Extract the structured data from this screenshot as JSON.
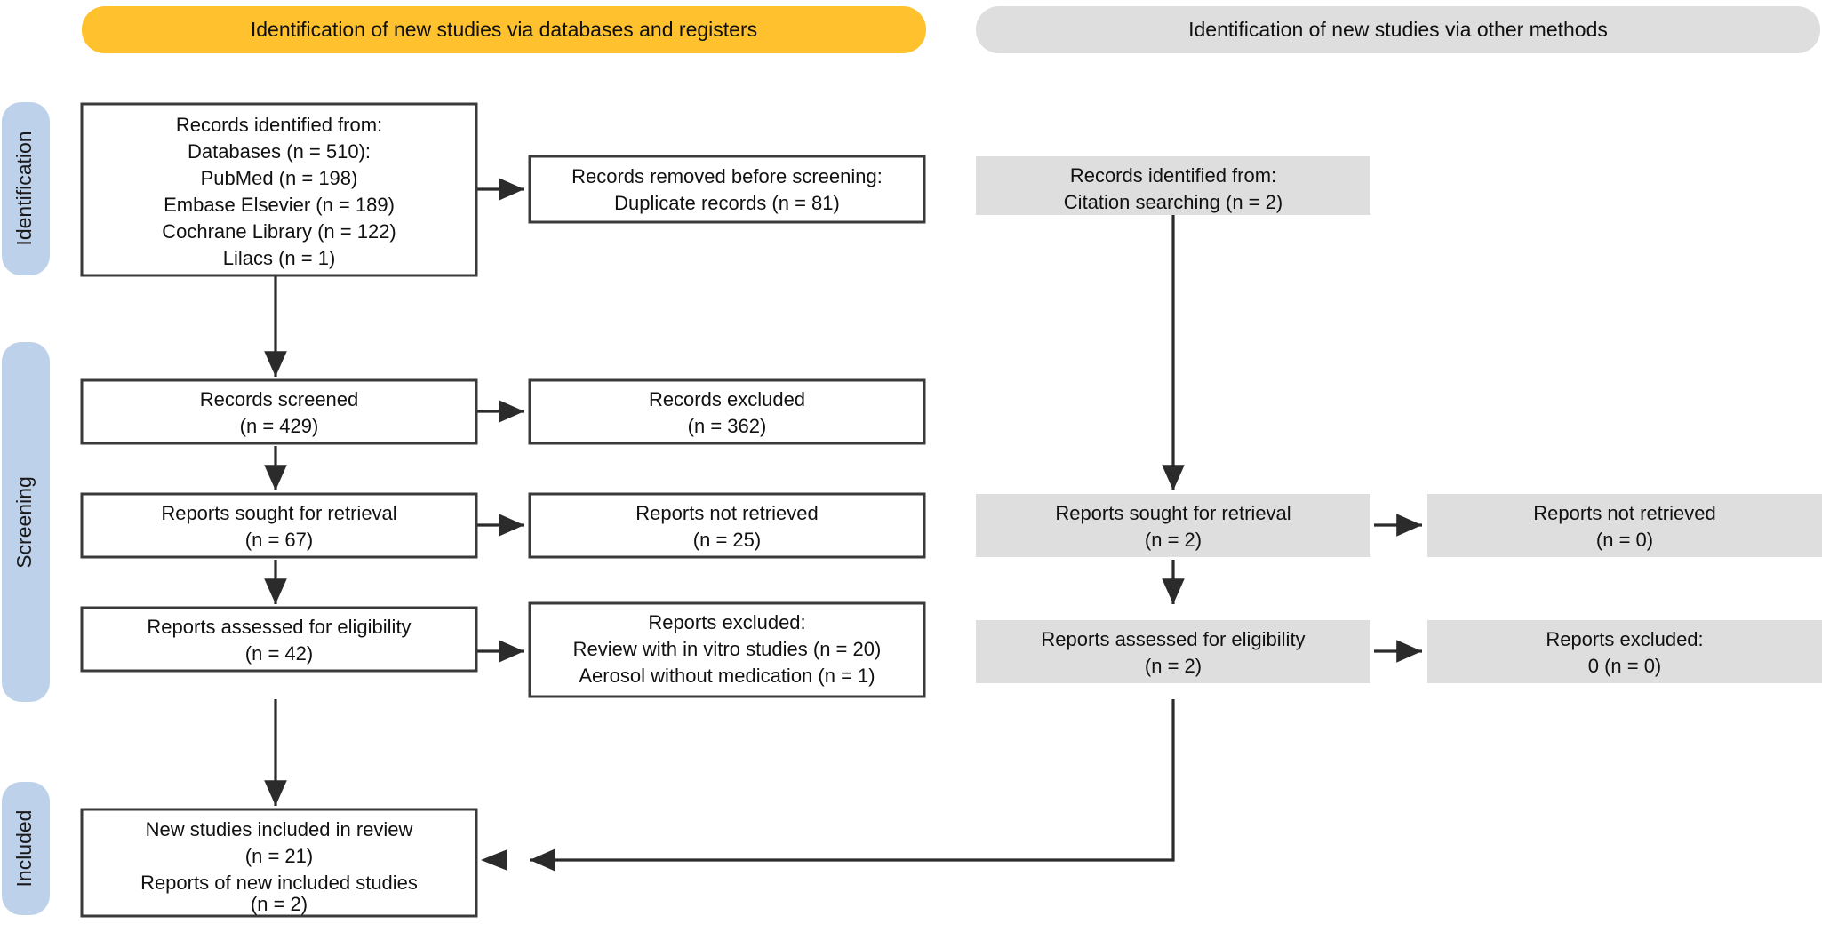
{
  "diagram": {
    "title": "PRISMA 2020 flow diagram",
    "colors": {
      "banner_left": "#ffc22e",
      "banner_right": "#dedede",
      "stage_pill": "#bed1ea",
      "box_gray": "#dedede",
      "box_border": "#3a3a3a",
      "connector": "#2b2b2b"
    }
  },
  "banners": {
    "left": "Identification of new studies via databases and registers",
    "right": "Identification of new studies via other methods"
  },
  "stages": [
    {
      "key": "identification",
      "label": "Identification"
    },
    {
      "key": "screening",
      "label": "Screening"
    },
    {
      "key": "included",
      "label": "Included"
    }
  ],
  "boxes": {
    "records_identified": {
      "lines": [
        "Records identified from:",
        "Databases (n = 510):",
        "PubMed (n = 198)",
        "Embase Elsevier (n = 189)",
        "Cochrane Library (n = 122)",
        "Lilacs (n = 1)"
      ]
    },
    "records_removed": {
      "lines": [
        "Records removed before screening:",
        "Duplicate records (n = 81)"
      ]
    },
    "records_screened": {
      "lines": [
        "Records screened",
        "(n = 429)"
      ]
    },
    "records_excluded": {
      "lines": [
        "Records excluded",
        "(n = 362)"
      ]
    },
    "reports_sought": {
      "lines": [
        "Reports sought for retrieval",
        "(n = 67)"
      ]
    },
    "reports_not_retrieved": {
      "lines": [
        "Reports not retrieved",
        "(n = 25)"
      ]
    },
    "reports_assessed": {
      "lines": [
        "Reports assessed for eligibility",
        "(n = 42)"
      ]
    },
    "reports_excluded": {
      "lines": [
        "Reports excluded:",
        "Review with in vitro studies (n = 20)",
        "Aerosol without medication (n = 1)"
      ]
    },
    "new_studies_included": {
      "lines": [
        "New studies included in review",
        "(n = 21)",
        "Reports of new included studies",
        "(n = 2)"
      ]
    },
    "other_records_identified": {
      "lines": [
        "Records identified from:",
        "Citation searching (n = 2)"
      ]
    },
    "other_reports_sought": {
      "lines": [
        "Reports sought for retrieval",
        "(n = 2)"
      ]
    },
    "other_reports_not_retrieved": {
      "lines": [
        "Reports not retrieved",
        "(n = 0)"
      ]
    },
    "other_reports_assessed": {
      "lines": [
        "Reports assessed for eligibility",
        "(n = 2)"
      ]
    },
    "other_reports_excluded": {
      "lines": [
        "Reports excluded:",
        "0 (n = 0)"
      ]
    }
  }
}
